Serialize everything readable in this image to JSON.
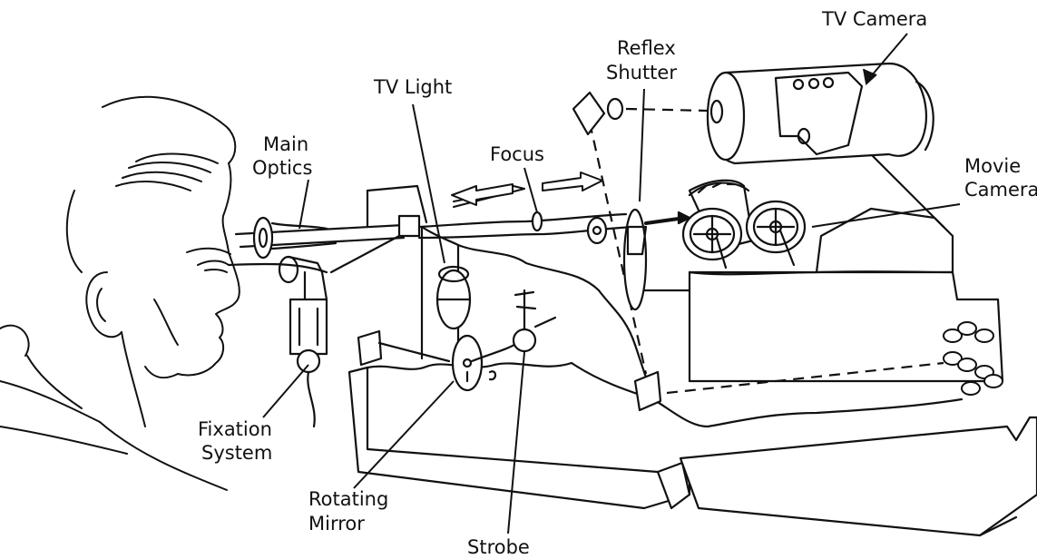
{
  "labels": {
    "tv_camera": "TV Camera",
    "reflex_line1": "Reflex",
    "reflex_line2": "Shutter",
    "tv_light": "TV Light",
    "main_line1": "Main",
    "main_line2": "Optics",
    "focus": "Focus",
    "movie_line1": "Movie",
    "movie_line2": "Camera",
    "fixation_line1": "Fixation",
    "fixation_line2": "System",
    "rotating_line1": "Rotating",
    "rotating_line2": "Mirror",
    "strobe": "Strobe"
  }
}
